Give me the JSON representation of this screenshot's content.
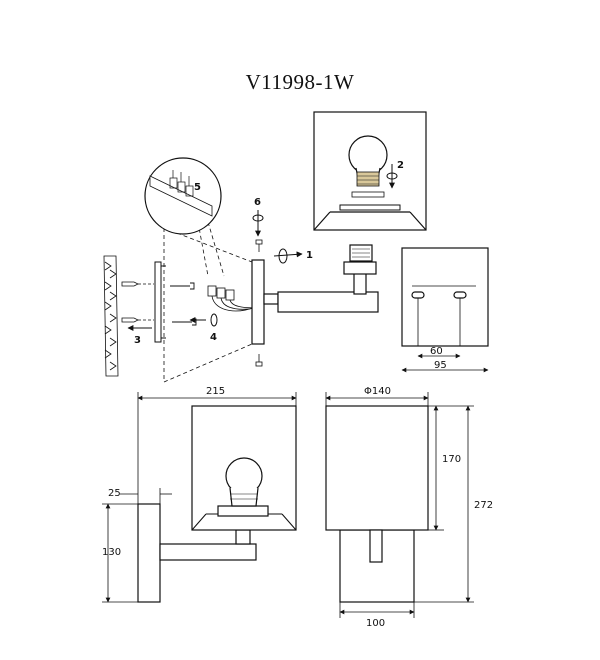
{
  "title": "V11998-1W",
  "steps": [
    "1",
    "2",
    "3",
    "4",
    "5",
    "6"
  ],
  "dimensions": {
    "arm_width": "215",
    "shade_diameter": "Φ140",
    "wall_offset": "25",
    "backplate_height": "130",
    "shade_height": "170",
    "total_height": "272",
    "backplate_width": "100",
    "bracket_hole_spacing": "60",
    "bracket_width": "95"
  }
}
